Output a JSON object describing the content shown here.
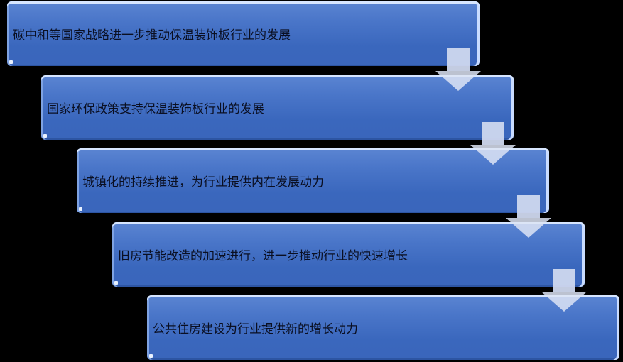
{
  "diagram": {
    "type": "staircase-process",
    "colors": {
      "box": "#3f6cc2",
      "arrow": "#dce3f3",
      "background": "#000000",
      "text": "#0a0f22"
    },
    "steps": [
      {
        "label": "碳中和等国家战略进一步推动保温装饰板行业的发展"
      },
      {
        "label": "国家环保政策支持保温装饰板行业的发展"
      },
      {
        "label": "城镇化的持续推进，为行业提供内在发展动力"
      },
      {
        "label": "旧房节能改造的加速进行，进一步推动行业的快速增长"
      },
      {
        "label": "公共住房建设为行业提供新的增长动力"
      }
    ],
    "connectors": [
      "down-arrow",
      "down-arrow",
      "down-arrow",
      "down-arrow"
    ]
  }
}
